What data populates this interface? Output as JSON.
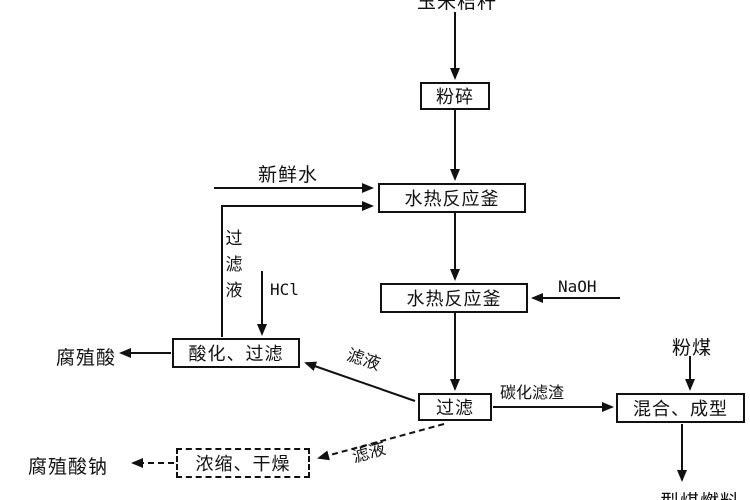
{
  "diagram": {
    "feed_top": "玉米秸秆",
    "nodes": {
      "crush": "粉碎",
      "reactor1": "水热反应釜",
      "reactor2": "水热反应釜",
      "filter": "过滤",
      "acidify_filter": "酸化、过滤",
      "concentrate_dry": "浓缩、干燥",
      "mix_form": "混合、成型"
    },
    "edge_labels": {
      "fresh_water": "新鲜水",
      "recycle_filtrate": "过滤液",
      "hcl": "HCl",
      "naoh": "NaOH",
      "filtrate_to_acidify": "滤液",
      "carbonized_residue": "碳化滤渣",
      "coal_powder": "粉煤",
      "filtrate_to_concentrate": "滤液"
    },
    "products": {
      "humic_acid": "腐殖酸",
      "sodium_humate": "腐殖酸钠",
      "briquette_fuel": "型煤燃料"
    }
  }
}
